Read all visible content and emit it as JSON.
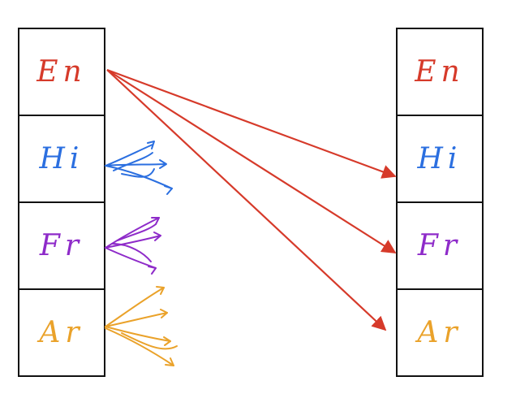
{
  "source_languages": [
    {
      "code": "En",
      "color": "#d63a2a"
    },
    {
      "code": "Hi",
      "color": "#2b6fe0"
    },
    {
      "code": "Fr",
      "color": "#8e2bc9"
    },
    {
      "code": "Ar",
      "color": "#eaa22a"
    }
  ],
  "target_languages": [
    {
      "code": "En",
      "color": "#d63a2a"
    },
    {
      "code": "Hi",
      "color": "#2b6fe0"
    },
    {
      "code": "Fr",
      "color": "#8e2bc9"
    },
    {
      "code": "Ar",
      "color": "#eaa22a"
    }
  ],
  "transfer_arrows": [
    {
      "from": "En",
      "to": "Hi",
      "color": "#d63a2a"
    },
    {
      "from": "En",
      "to": "Fr",
      "color": "#d63a2a"
    },
    {
      "from": "En",
      "to": "Ar",
      "color": "#d63a2a"
    }
  ],
  "scribble_colors": {
    "Hi": "#2b6fe0",
    "Fr": "#8e2bc9",
    "Ar": "#eaa22a"
  }
}
